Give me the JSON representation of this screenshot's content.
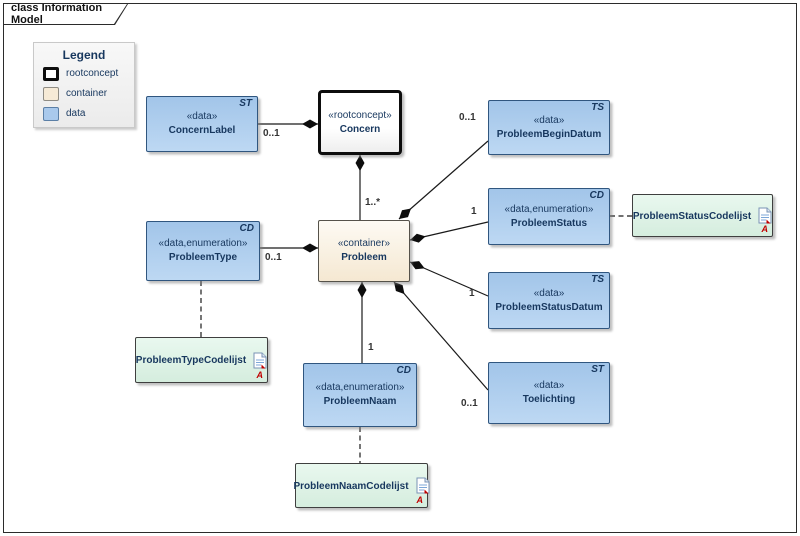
{
  "frame": {
    "title": "class Information Model"
  },
  "legend": {
    "title": "Legend",
    "items": [
      {
        "key": "rootconcept",
        "label": "rootconcept"
      },
      {
        "key": "container",
        "label": "container"
      },
      {
        "key": "data",
        "label": "data"
      }
    ]
  },
  "nodes": {
    "concernlabel": {
      "stereotype": "«data»",
      "name": "ConcernLabel",
      "type_code": "ST"
    },
    "concern": {
      "stereotype": "«rootconcept»",
      "name": "Concern"
    },
    "probleem": {
      "stereotype": "«container»",
      "name": "Probleem"
    },
    "probleembegindatum": {
      "stereotype": "«data»",
      "name": "ProbleemBeginDatum",
      "type_code": "TS"
    },
    "probleemstatus": {
      "stereotype": "«data,enumeration»",
      "name": "ProbleemStatus",
      "type_code": "CD"
    },
    "probleemstatusdatum": {
      "stereotype": "«data»",
      "name": "ProbleemStatusDatum",
      "type_code": "TS"
    },
    "toelichting": {
      "stereotype": "«data»",
      "name": "Toelichting",
      "type_code": "ST"
    },
    "probleemtype": {
      "stereotype": "«data,enumeration»",
      "name": "ProbleemType",
      "type_code": "CD"
    },
    "probleemnaam": {
      "stereotype": "«data,enumeration»",
      "name": "ProbleemNaam",
      "type_code": "CD"
    },
    "probleemstatuscodelijst": {
      "name": "ProbleemStatusCodelijst",
      "marker": "A"
    },
    "probleemtypecodelijst": {
      "name": "ProbleemTypeCodelijst",
      "marker": "A"
    },
    "probleemnaamcodelijst": {
      "name": "ProbleemNaamCodelijst",
      "marker": "A"
    }
  },
  "connectors": {
    "concernlabel_concern": {
      "multiplicity": "0..1"
    },
    "concern_probleem": {
      "multiplicity": "1..*"
    },
    "probleem_begindatum": {
      "multiplicity": "0..1"
    },
    "probleem_status": {
      "multiplicity": "1"
    },
    "probleem_statusdatum": {
      "multiplicity": "1"
    },
    "probleem_naam": {
      "multiplicity": "1"
    },
    "probleem_toelichting": {
      "multiplicity": "0..1"
    },
    "probleemtype_probleem": {
      "multiplicity": "0..1"
    }
  },
  "colors": {
    "data_fill": "#aecdf0",
    "container_fill": "#f9f0e1",
    "rootconcept_fill": "#ffffff",
    "artifact_fill": "#ddf0e4",
    "node_text": "#17375e",
    "artifact_marker": "#c00000",
    "line": "#1a1a1a"
  }
}
